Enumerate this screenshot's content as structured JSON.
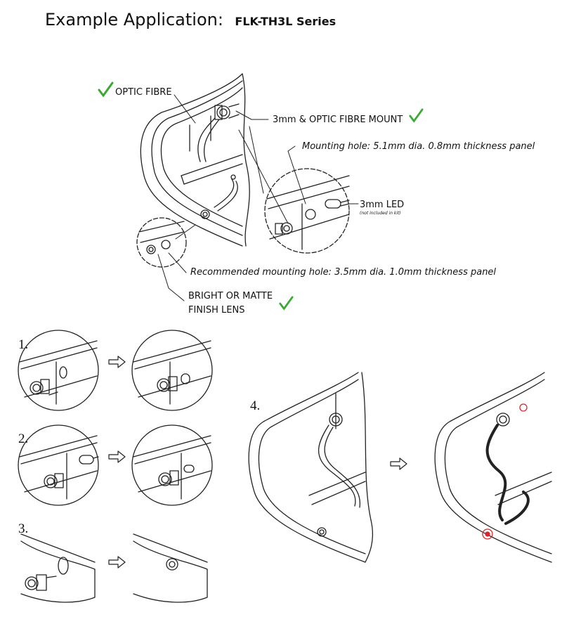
{
  "title": {
    "main": "Example Application:",
    "series": "FLK-TH3L Series"
  },
  "labels": {
    "optic_fibre": "OPTIC FIBRE",
    "mount": "3mm & OPTIC FIBRE MOUNT",
    "mounting_hole": "Mounting hole: 5.1mm dia. 0.8mm thickness panel",
    "led": "3mm LED",
    "led_note": "(not included in kit)",
    "recommended_hole": "Recommended mounting hole: 3.5mm dia. 1.0mm thickness panel",
    "lens_line1": "BRIGHT OR MATTE",
    "lens_line2": "FINISH LENS"
  },
  "steps": [
    "1.",
    "2.",
    "3.",
    "4."
  ],
  "colors": {
    "check": "#3aa835",
    "line": "#222222",
    "led_glow": "#d9262b"
  },
  "icons": [
    "check-icon",
    "arrow-right-icon"
  ]
}
